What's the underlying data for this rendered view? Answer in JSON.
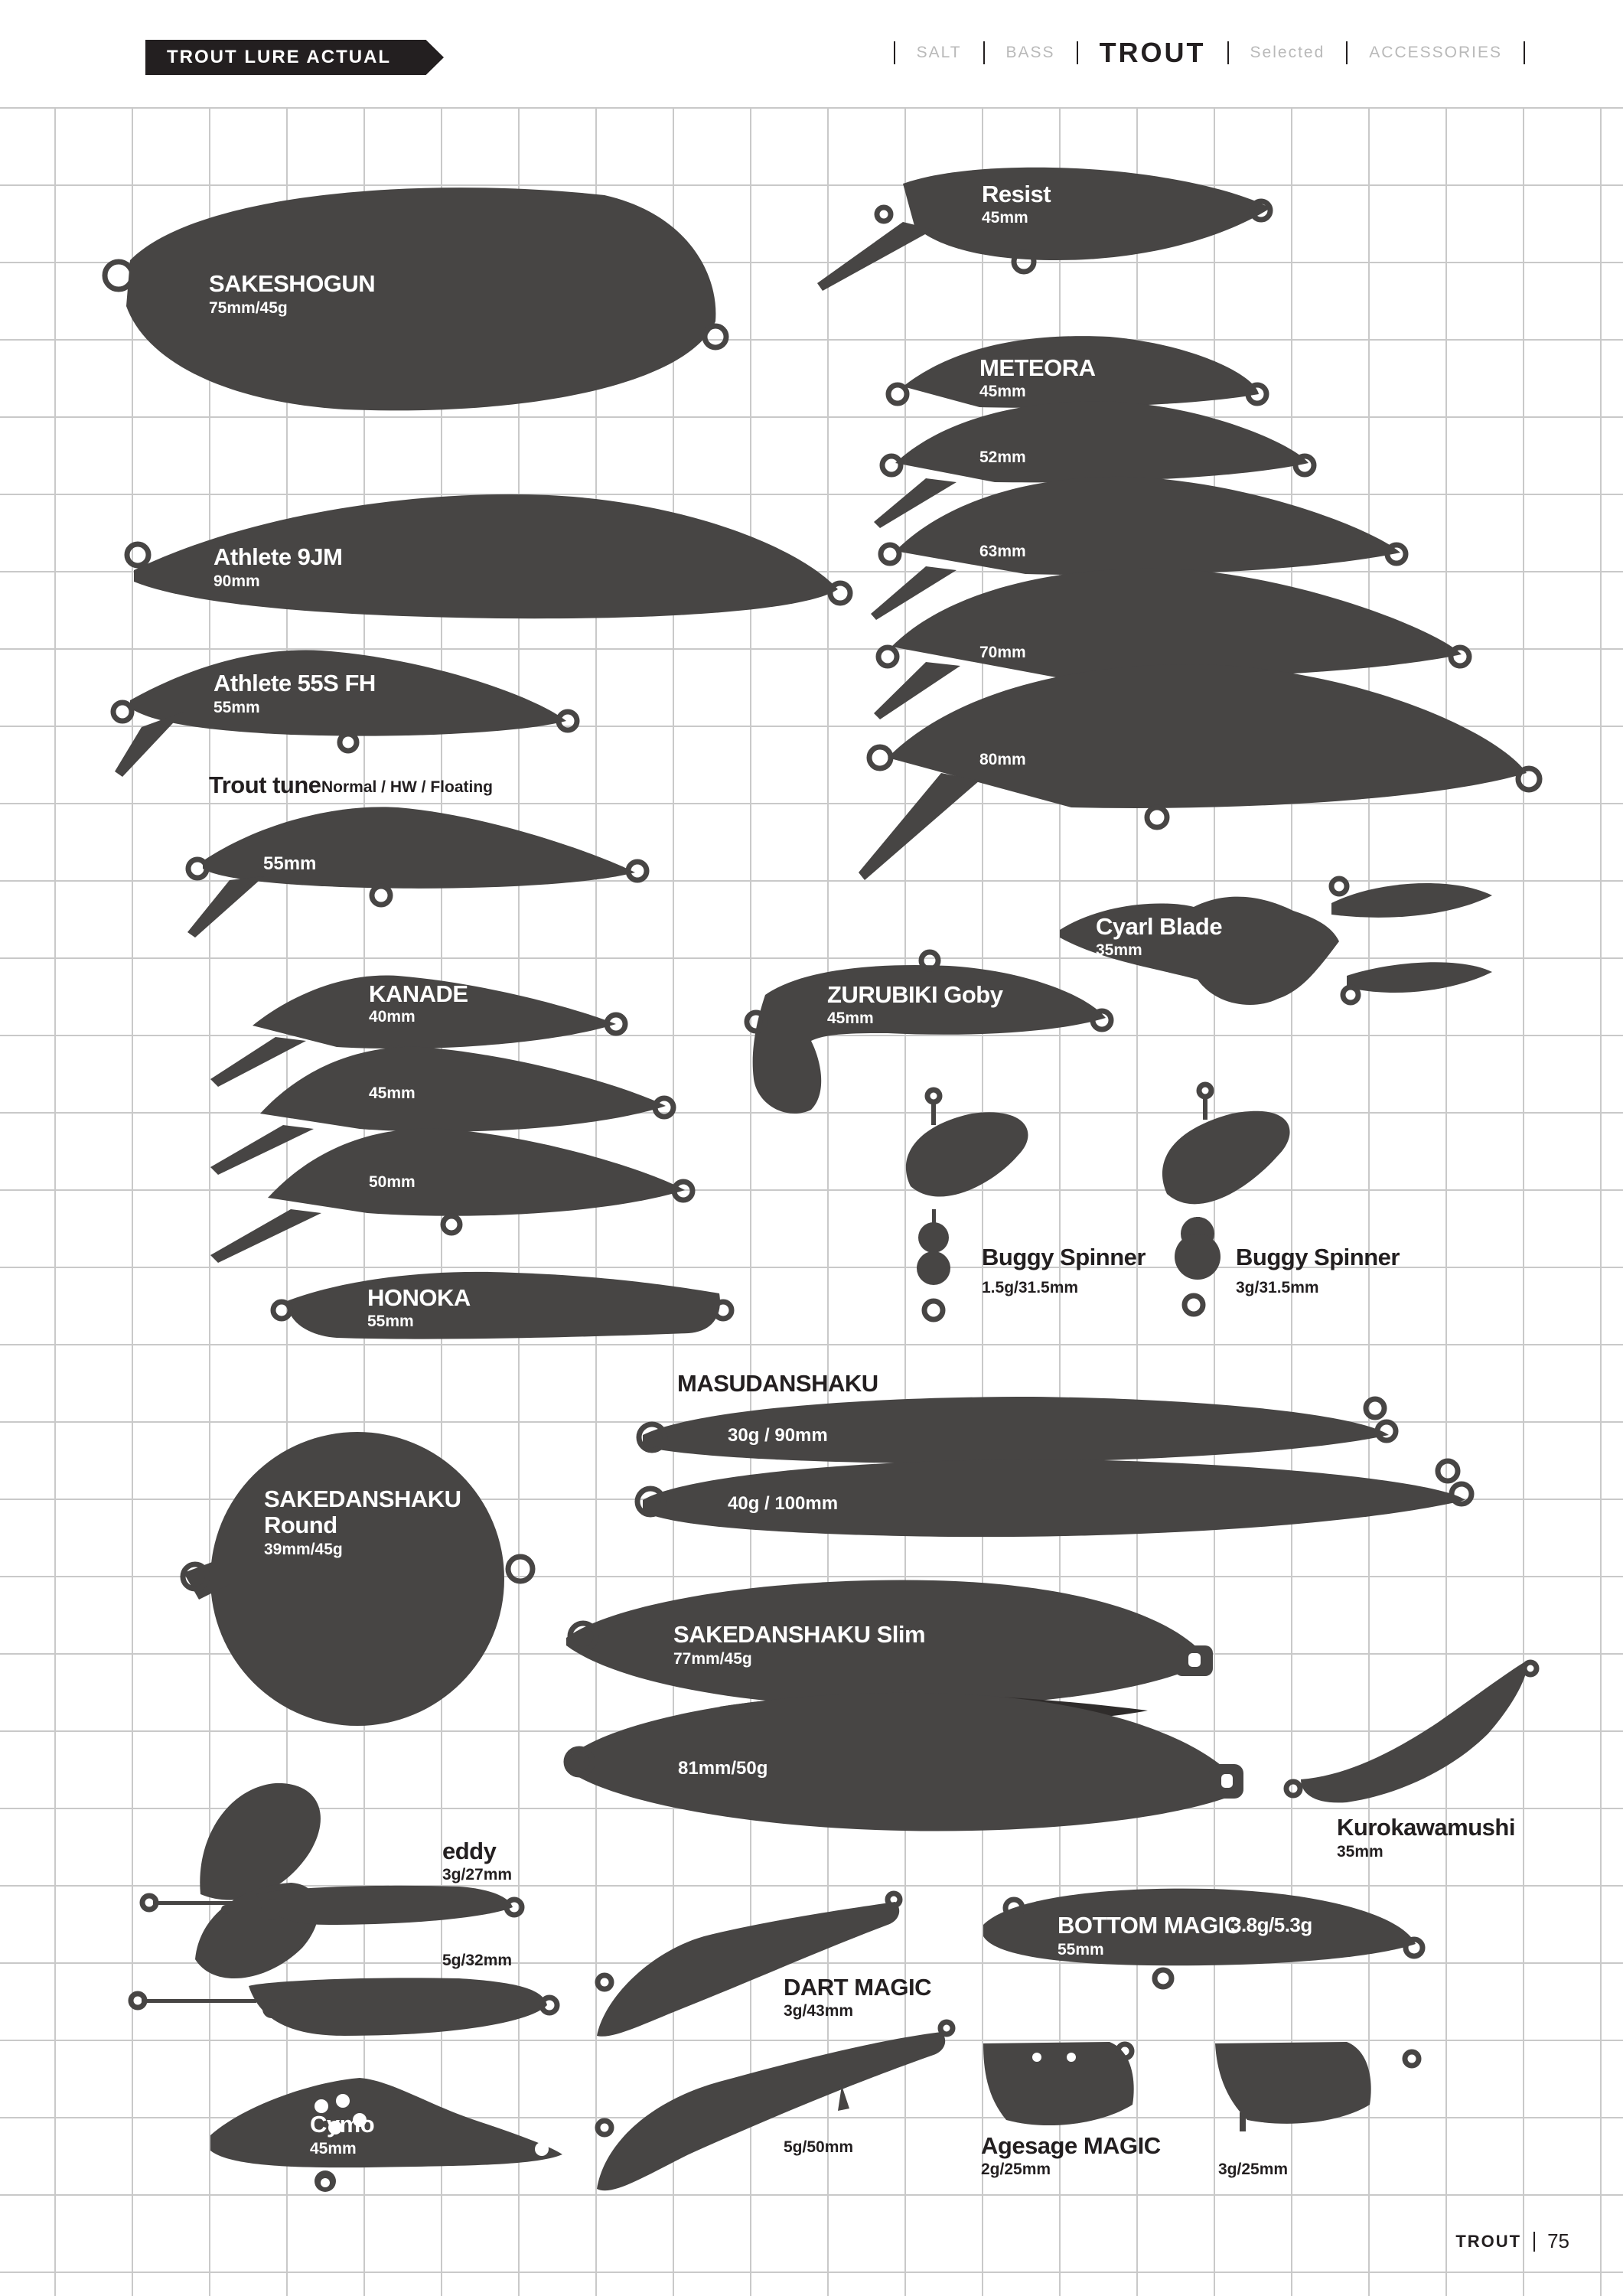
{
  "header": {
    "section_tag": "TROUT LURE ACTUAL SIZE",
    "nav": [
      "SALT",
      "BASS",
      "TROUT",
      "Selected",
      "ACCESSORIES"
    ],
    "active": "TROUT"
  },
  "lures": {
    "sakeshogun": {
      "name": "SAKESHOGUN",
      "size": "75mm/45g"
    },
    "athlete9jm": {
      "name": "Athlete 9JM",
      "size": "90mm"
    },
    "athlete55sfh": {
      "name": "Athlete 55S FH",
      "size": "55mm"
    },
    "trouttune": {
      "name": "Trout tune",
      "variants": "Normal / HW / Floating",
      "size": "55mm"
    },
    "kanade": {
      "name": "KANADE",
      "sizes": [
        "40mm",
        "45mm",
        "50mm"
      ]
    },
    "honoka": {
      "name": "HONOKA",
      "size": "55mm"
    },
    "resist": {
      "name": "Resist",
      "size": "45mm"
    },
    "meteora": {
      "name": "METEORA",
      "sizes": [
        "45mm",
        "52mm",
        "63mm",
        "70mm",
        "80mm"
      ]
    },
    "cyarlblade": {
      "name": "Cyarl Blade",
      "size": "35mm"
    },
    "zurubiki": {
      "name": "ZURUBIKI Goby",
      "size": "45mm"
    },
    "buggy1": {
      "name": "Buggy Spinner",
      "size": "1.5g/31.5mm"
    },
    "buggy2": {
      "name": "Buggy Spinner",
      "size": "3g/31.5mm"
    },
    "masudanshaku": {
      "name": "MASUDANSHAKU",
      "sizes": [
        "30g / 90mm",
        "40g / 100mm"
      ]
    },
    "sakedanshaku_round": {
      "name_line1": "SAKEDANSHAKU",
      "name_line2": "Round",
      "size": "39mm/45g"
    },
    "sakedanshaku_slim": {
      "name": "SAKEDANSHAKU Slim",
      "sizes": [
        "77mm/45g",
        "81mm/50g"
      ]
    },
    "kurokawamushi": {
      "name": "Kurokawamushi",
      "size": "35mm"
    },
    "eddy": {
      "name": "eddy",
      "sizes": [
        "3g/27mm",
        "5g/32mm"
      ]
    },
    "cymo": {
      "name": "Cymo",
      "size": "45mm"
    },
    "dartmagic": {
      "name": "DART MAGIC",
      "sizes": [
        "3g/43mm",
        "5g/50mm"
      ]
    },
    "bottommagic": {
      "name": "BOTTOM MAGIC",
      "weight": "3.8g/5.3g",
      "size": "55mm"
    },
    "agesage": {
      "name": "Agesage MAGIC",
      "sizes": [
        "2g/25mm",
        "3g/25mm"
      ]
    }
  },
  "footer": {
    "section": "TROUT",
    "page": "75"
  },
  "colors": {
    "silhouette": "#474544",
    "grid": "#c9c9c9",
    "ink": "#231f20"
  }
}
